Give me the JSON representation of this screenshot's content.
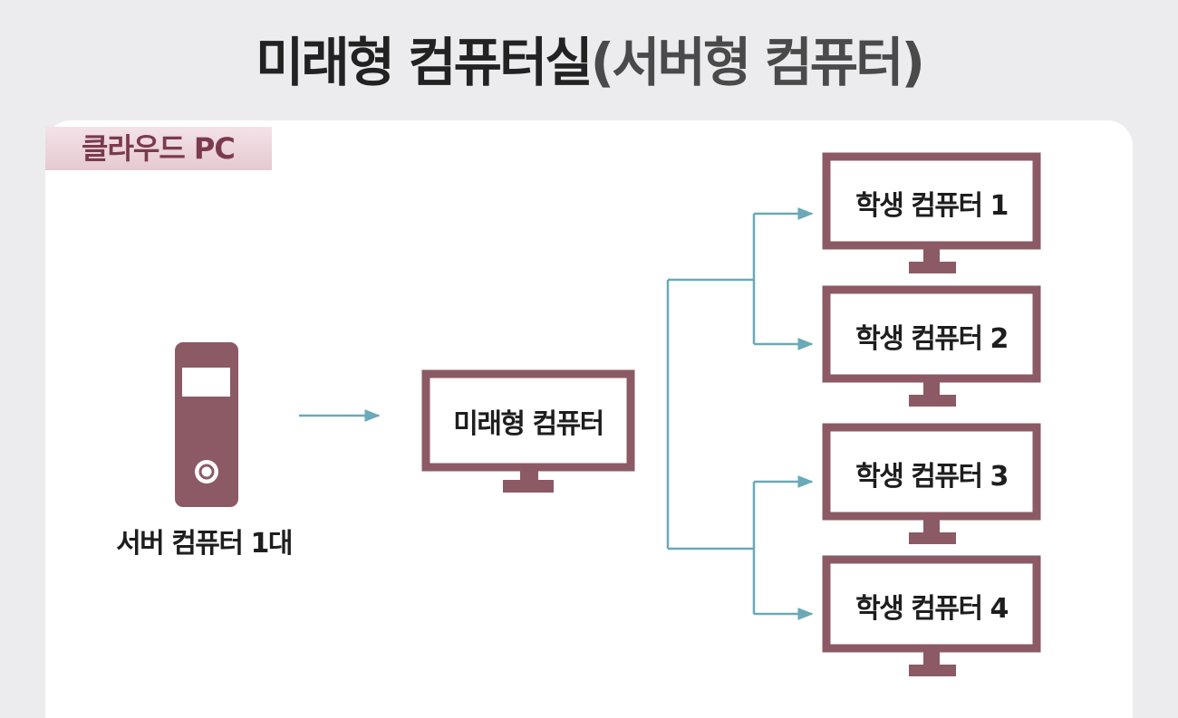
{
  "title": {
    "main": "미래형 컴퓨터실",
    "paren": "(서버형 컴퓨터)"
  },
  "tag": {
    "label": "클라우드 PC"
  },
  "server": {
    "label": "서버 컴퓨터 1대"
  },
  "main_monitor": {
    "label": "미래형 컴퓨터"
  },
  "students": [
    {
      "label": "학생 컴퓨터 1"
    },
    {
      "label": "학생 컴퓨터 2"
    },
    {
      "label": "학생 컴퓨터 3"
    },
    {
      "label": "학생 컴퓨터 4"
    }
  ],
  "colors": {
    "device": "#8b5a64",
    "arrow": "#6aa9b8",
    "tag_text": "#7b3a4f",
    "background": "#ececee"
  }
}
